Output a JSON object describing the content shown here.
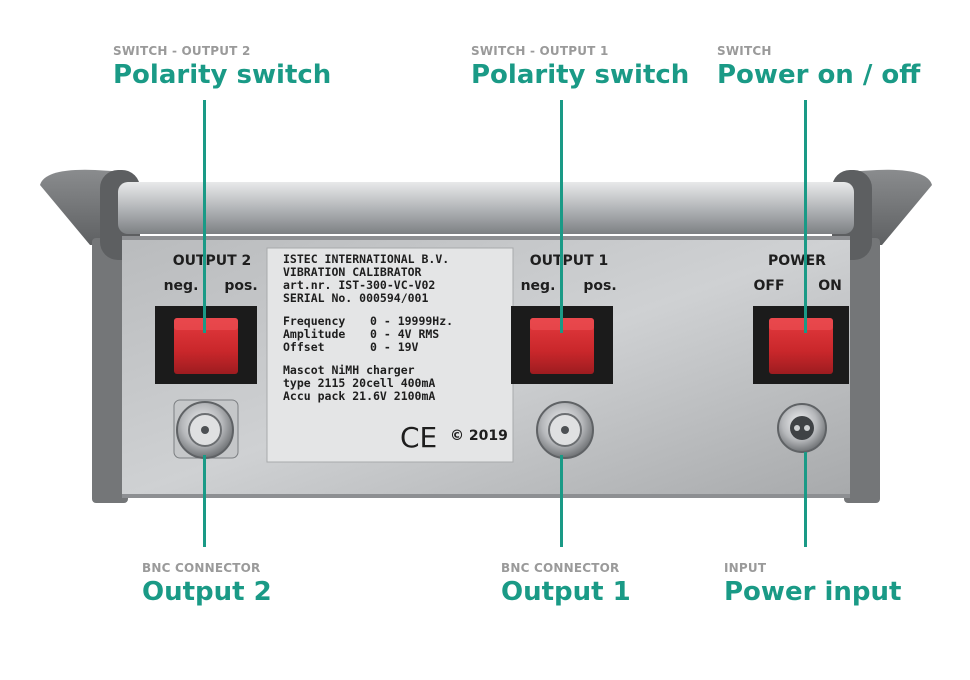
{
  "callouts": {
    "switch_output2": {
      "sub": "SWITCH - OUTPUT 2",
      "title": "Polarity switch"
    },
    "switch_output1": {
      "sub": "SWITCH - OUTPUT 1",
      "title": "Polarity switch"
    },
    "switch_power": {
      "sub": "SWITCH",
      "title": "Power on / off"
    },
    "bnc_output2": {
      "sub": "BNC CONNECTOR",
      "title": "Output 2"
    },
    "bnc_output1": {
      "sub": "BNC CONNECTOR",
      "title": "Output 1"
    },
    "power_input": {
      "sub": "INPUT",
      "title": "Power input"
    }
  },
  "panel": {
    "output2": {
      "heading": "OUTPUT 2",
      "neg": "neg.",
      "pos": "pos."
    },
    "output1": {
      "heading": "OUTPUT 1",
      "neg": "neg.",
      "pos": "pos."
    },
    "power": {
      "heading": "POWER",
      "off": "OFF",
      "on": "ON"
    }
  },
  "label_plate": {
    "line1": "ISTEC INTERNATIONAL B.V.",
    "line2": "VIBRATION CALIBRATOR",
    "line3": "art.nr.  IST-300-VC-V02",
    "line4": "SERIAL No.  000594/001",
    "spec1_name": "Frequency",
    "spec1_value": "0 - 19999Hz.",
    "spec2_name": "Amplitude",
    "spec2_value": "0 - 4V RMS",
    "spec3_name": "Offset",
    "spec3_value": "0 - 19V",
    "charger1": "Mascot NiMH charger",
    "charger2": "type 2115  20cell 400mA",
    "charger3": "Accu pack 21.6V 2100mA",
    "ce_mark": "CE",
    "copyright": "© 2019"
  },
  "colors": {
    "accent": "#1a9a86",
    "subtitle": "#9a9a9a",
    "switch_red": "#d42a2e"
  }
}
